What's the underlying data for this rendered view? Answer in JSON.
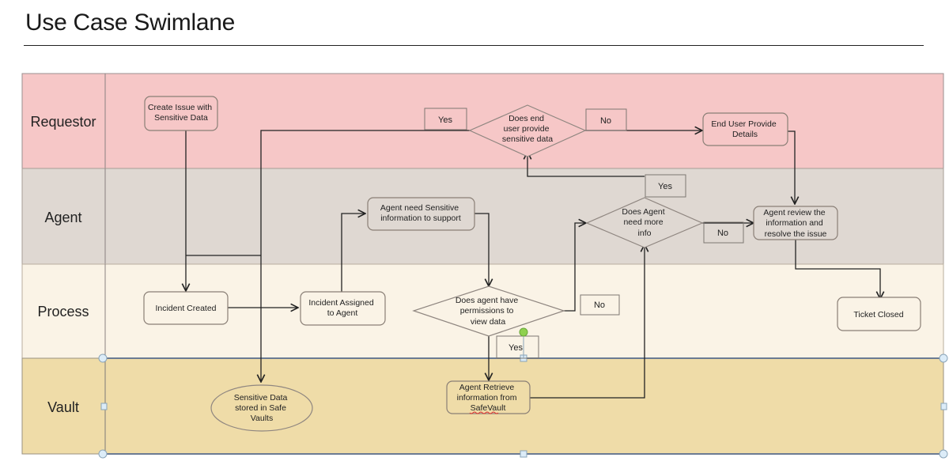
{
  "page": {
    "title": "Use Case Swimlane"
  },
  "colors": {
    "requestor_lane": "#f6c7c7",
    "agent_lane": "#dfd8d2",
    "process_lane": "#faf3e6",
    "vault_lane": "#efdca8",
    "selection_border": "#6b7b93",
    "rotate_handle": "#8fd14f"
  },
  "lanes": [
    {
      "id": "requestor",
      "label": "Requestor"
    },
    {
      "id": "agent",
      "label": "Agent"
    },
    {
      "id": "process",
      "label": "Process"
    },
    {
      "id": "vault",
      "label": "Vault"
    }
  ],
  "nodes": {
    "create_issue": {
      "lines": [
        "Create Issue with",
        "Sensitive Data"
      ]
    },
    "end_user_details": {
      "lines": [
        "End User Provide",
        "Details"
      ]
    },
    "decision_end_user": {
      "lines": [
        "Does end",
        "user provide",
        "sensitive data"
      ]
    },
    "agent_need_info": {
      "lines": [
        "Agent need Sensitive",
        "information to support"
      ]
    },
    "decision_agent_more": {
      "lines": [
        "Does Agent",
        "need more",
        "info"
      ]
    },
    "agent_review": {
      "lines": [
        "Agent review the",
        "information and",
        "resolve the issue"
      ]
    },
    "incident_created": {
      "lines": [
        "Incident Created"
      ]
    },
    "incident_assigned": {
      "lines": [
        "Incident Assigned",
        "to Agent"
      ]
    },
    "decision_permissions": {
      "lines": [
        "Does agent have",
        "permissions to",
        "view data"
      ]
    },
    "ticket_closed": {
      "lines": [
        "Ticket Closed"
      ]
    },
    "sensitive_stored": {
      "lines": [
        "Sensitive Data",
        "stored in Safe",
        "Vaults"
      ]
    },
    "agent_retrieve": {
      "lines": [
        "Agent Retrieve",
        "information from",
        "SafeVault"
      ]
    }
  },
  "tags": {
    "end_user_yes": "Yes",
    "end_user_no": "No",
    "agent_more_yes": "Yes",
    "agent_more_no": "No",
    "permissions_no": "No",
    "permissions_yes": "Yes"
  }
}
